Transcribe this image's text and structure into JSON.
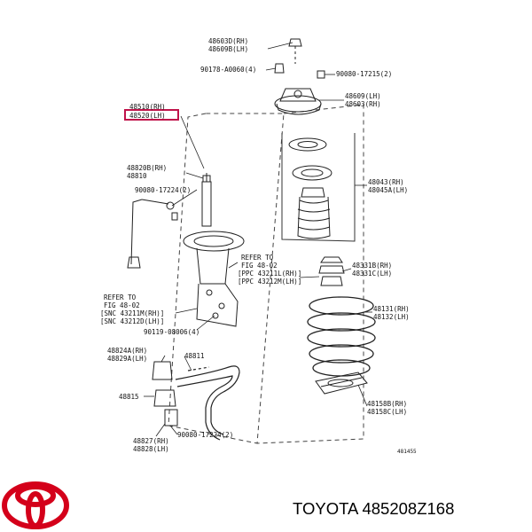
{
  "labels": {
    "l1": "48603D(RH)",
    "l2": "48609B(LH)",
    "l3": "90178-A0060(4)",
    "l4": "90080-17215(2)",
    "l5": "48609(LH)",
    "l6": "48603(RH)",
    "l7": "48510(RH)",
    "l8": "48520(LH)",
    "l9": "48820B(RH)",
    "l10": "48810",
    "l11": "90080-17224(2)",
    "l12": "48043(RH)",
    "l13": "48045A(LH)",
    "l14": "REFER TO",
    "l15": "FIG 48-02",
    "l16": "[PPC 43211L(RH)]",
    "l17": "[PPC 43212M(LH)]",
    "l18": "48331B(RH)",
    "l19": "48331C(LH)",
    "l20": "REFER TO",
    "l21": "FIG 48-02",
    "l22": "[SNC 43211M(RH)]",
    "l23": "[SNC 43212D(LH)]",
    "l24": "48131(RH)",
    "l25": "48132(LH)",
    "l26": "90119-08006(4)",
    "l27": "48824A(RH)",
    "l28": "48829A(LH)",
    "l29": "48811",
    "l30": "48815",
    "l31": "48158B(RH)",
    "l32": "48158C(LH)",
    "l33": "90080-17224(2)",
    "l34": "48827(RH)",
    "l35": "48828(LH)",
    "l36": "481455"
  },
  "caption": "TOYOTA 485208Z168",
  "colors": {
    "highlight": "#c0134a",
    "logo": "#d4001a",
    "ink": "#111111"
  }
}
